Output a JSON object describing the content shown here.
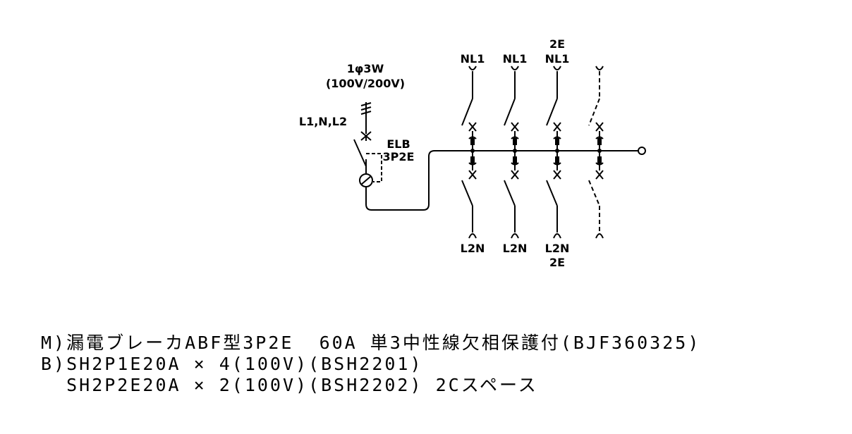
{
  "supply": {
    "phase_label": "1φ3W",
    "voltage_label": "(100V/200V)",
    "conductors_label": "L1,N,L2"
  },
  "main_breaker": {
    "type_label": "ELB",
    "poles_label": "3P2E"
  },
  "branches_top": [
    {
      "top": "",
      "label": "NL1"
    },
    {
      "top": "",
      "label": "NL1"
    },
    {
      "top": "2E",
      "label": "NL1"
    },
    {
      "top": "",
      "label": ""
    }
  ],
  "branches_bottom": [
    {
      "label": "L2N",
      "sub": ""
    },
    {
      "label": "L2N",
      "sub": ""
    },
    {
      "label": "L2N",
      "sub": "2E"
    },
    {
      "label": "",
      "sub": ""
    }
  ],
  "notes": [
    "M)漏電ブレーカABF型3P2E  60A 単3中性線欠相保護付(BJF360325)",
    "B)SH2P1E20A × 4(100V)(BSH2201)",
    "  SH2P2E20A × 2(100V)(BSH2202) 2Cスペース"
  ]
}
